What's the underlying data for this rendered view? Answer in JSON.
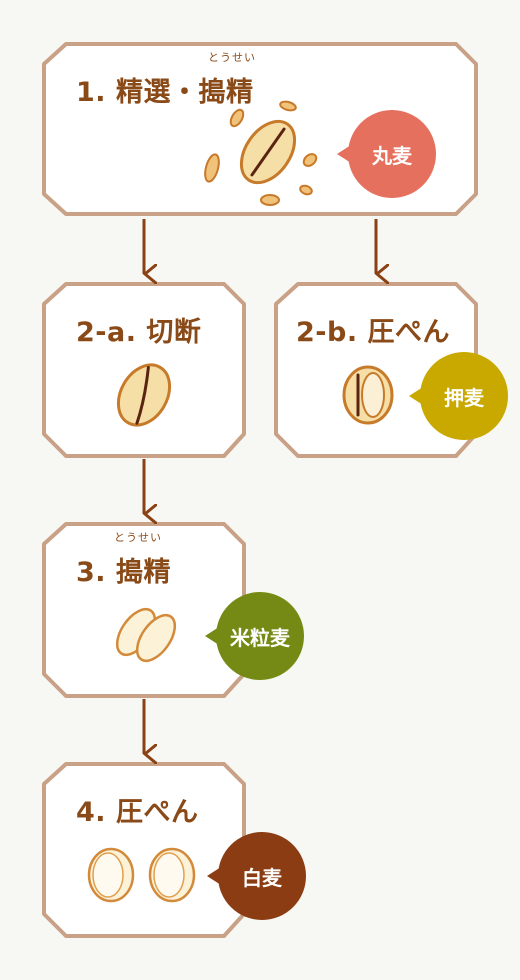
{
  "colors": {
    "frame": "#c8a187",
    "arrow": "#8a4214",
    "title": "#8a4a18",
    "grain_fill": "#f6dfa7",
    "grain_stroke": "#c77a2a",
    "groove": "#5a2410"
  },
  "steps": [
    {
      "id": "step1",
      "title": "1. 精選・搗精",
      "ruby": "とうせい",
      "product": "丸麦",
      "product_color": "#e5705e"
    },
    {
      "id": "step2a",
      "title": "2-a. 切断",
      "product": "",
      "product_color": ""
    },
    {
      "id": "step2b",
      "title": "2-b. 圧ぺん",
      "product": "押麦",
      "product_color": "#c9a800"
    },
    {
      "id": "step3",
      "title": "3. 搗精",
      "ruby": "とうせい",
      "product": "米粒麦",
      "product_color": "#748a14"
    },
    {
      "id": "step4",
      "title": "4. 圧ぺん",
      "product": "白麦",
      "product_color": "#8b3c12"
    }
  ]
}
